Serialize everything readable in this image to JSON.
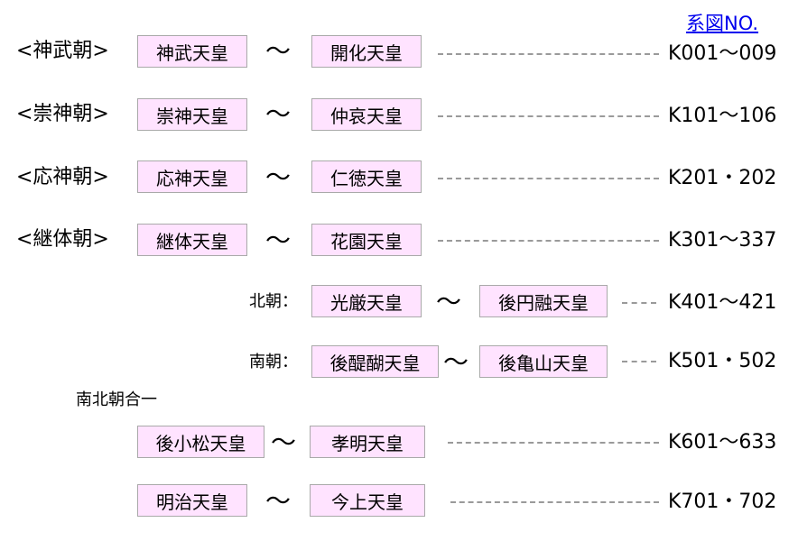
{
  "header": {
    "link_label": "系図NO."
  },
  "rows": [
    {
      "era": "<神武朝>",
      "from": "神武天皇",
      "to": "開化天皇",
      "code": "K001〜009"
    },
    {
      "era": "<崇神朝>",
      "from": "崇神天皇",
      "to": "仲哀天皇",
      "code": "K101〜106"
    },
    {
      "era": "<応神朝>",
      "from": "応神天皇",
      "to": "仁徳天皇",
      "code": "K201・202"
    },
    {
      "era": "<継体朝>",
      "from": "継体天皇",
      "to": "花園天皇",
      "code": "K301〜337"
    },
    {
      "era": "北朝：",
      "from": "光厳天皇",
      "to": "後円融天皇",
      "code": "K401〜421"
    },
    {
      "era": "南朝：",
      "from": "後醍醐天皇",
      "to": "後亀山天皇",
      "code": "K501・502"
    },
    {
      "from": "後小松天皇",
      "to": "孝明天皇",
      "code": "K601〜633"
    },
    {
      "from": "明治天皇",
      "to": "今上天皇",
      "code": "K701・702"
    }
  ],
  "merge_label": "南北朝合一",
  "tilde": "〜"
}
